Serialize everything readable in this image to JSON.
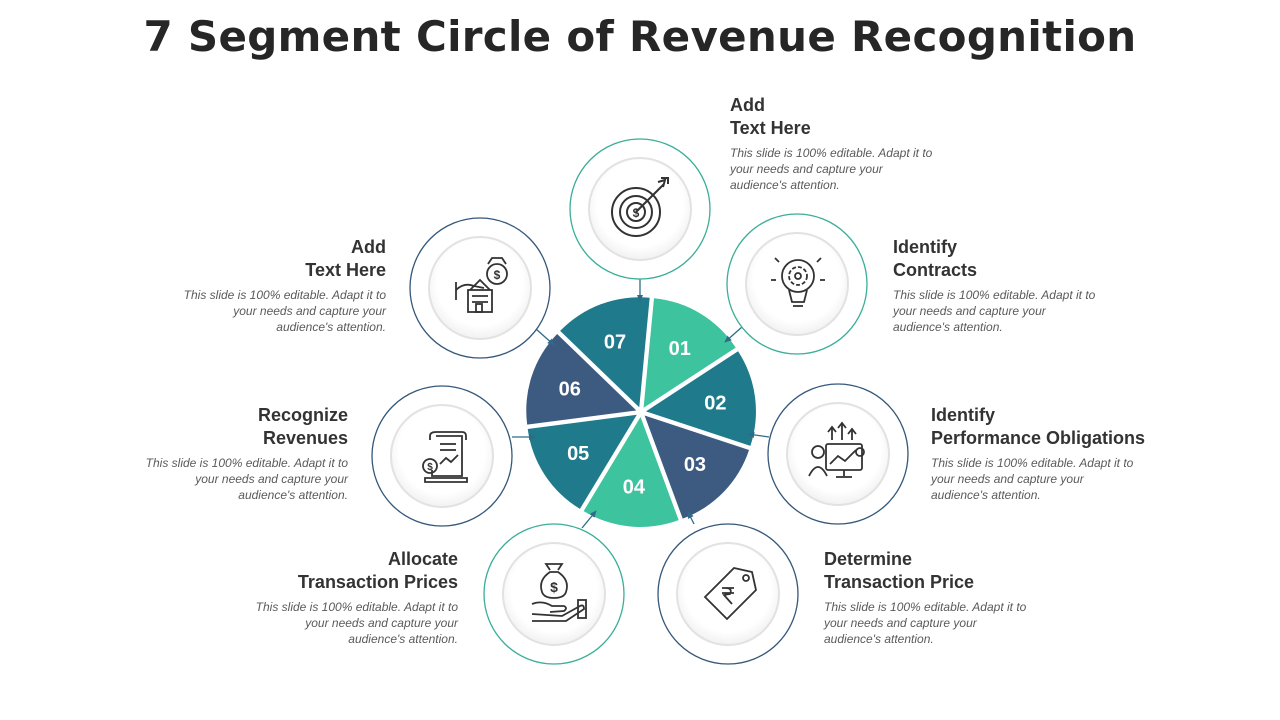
{
  "title": "7 Segment Circle of Revenue Recognition",
  "colors": {
    "teal": "#1f7a8c",
    "green": "#3ec39f",
    "navy": "#3d5a80",
    "ring_teal": "#3aae98",
    "ring_navy": "#34587a",
    "icon": "#333333"
  },
  "segments": [
    {
      "number": "01",
      "color": "#3ec39f"
    },
    {
      "number": "02",
      "color": "#1f7a8c"
    },
    {
      "number": "03",
      "color": "#3d5a80"
    },
    {
      "number": "04",
      "color": "#3ec39f"
    },
    {
      "number": "05",
      "color": "#1f7a8c"
    },
    {
      "number": "06",
      "color": "#3d5a80"
    },
    {
      "number": "07",
      "color": "#1f7a8c"
    }
  ],
  "steps": [
    {
      "id": "01",
      "title": "Identify\nContracts",
      "description": "This slide is 100% editable. Adapt it to your needs and capture your audience's attention.",
      "icon": "lightbulb-gear-icon",
      "ring_color": "#3aae98"
    },
    {
      "id": "02",
      "title": "Identify\nPerformance Obligations",
      "description": "This slide is 100% editable. Adapt it to your needs and capture your audience's attention.",
      "icon": "performance-chart-icon",
      "ring_color": "#34587a"
    },
    {
      "id": "03",
      "title": "Determine\nTransaction Price",
      "description": "This slide is 100% editable. Adapt it to your needs and capture your audience's attention.",
      "icon": "rupee-price-tag-icon",
      "ring_color": "#34587a"
    },
    {
      "id": "04",
      "title": "Allocate\nTransaction Prices",
      "description": "This slide is 100% editable. Adapt it to your needs and capture your audience's attention.",
      "icon": "money-bag-hand-icon",
      "ring_color": "#3aae98"
    },
    {
      "id": "05",
      "title": "Recognize\nRevenues",
      "description": "This slide is 100% editable. Adapt it to your needs and capture your audience's attention.",
      "icon": "revenue-document-icon",
      "ring_color": "#34587a"
    },
    {
      "id": "06",
      "title": "Add\nText Here",
      "description": "This slide is 100% editable. Adapt it to your needs and capture your audience's attention.",
      "icon": "property-investment-icon",
      "ring_color": "#34587a"
    },
    {
      "id": "07",
      "title": "Add\nText Here",
      "description": "This slide is 100% editable. Adapt it to your needs and capture your audience's attention.",
      "icon": "dollar-target-icon",
      "ring_color": "#3aae98"
    }
  ]
}
